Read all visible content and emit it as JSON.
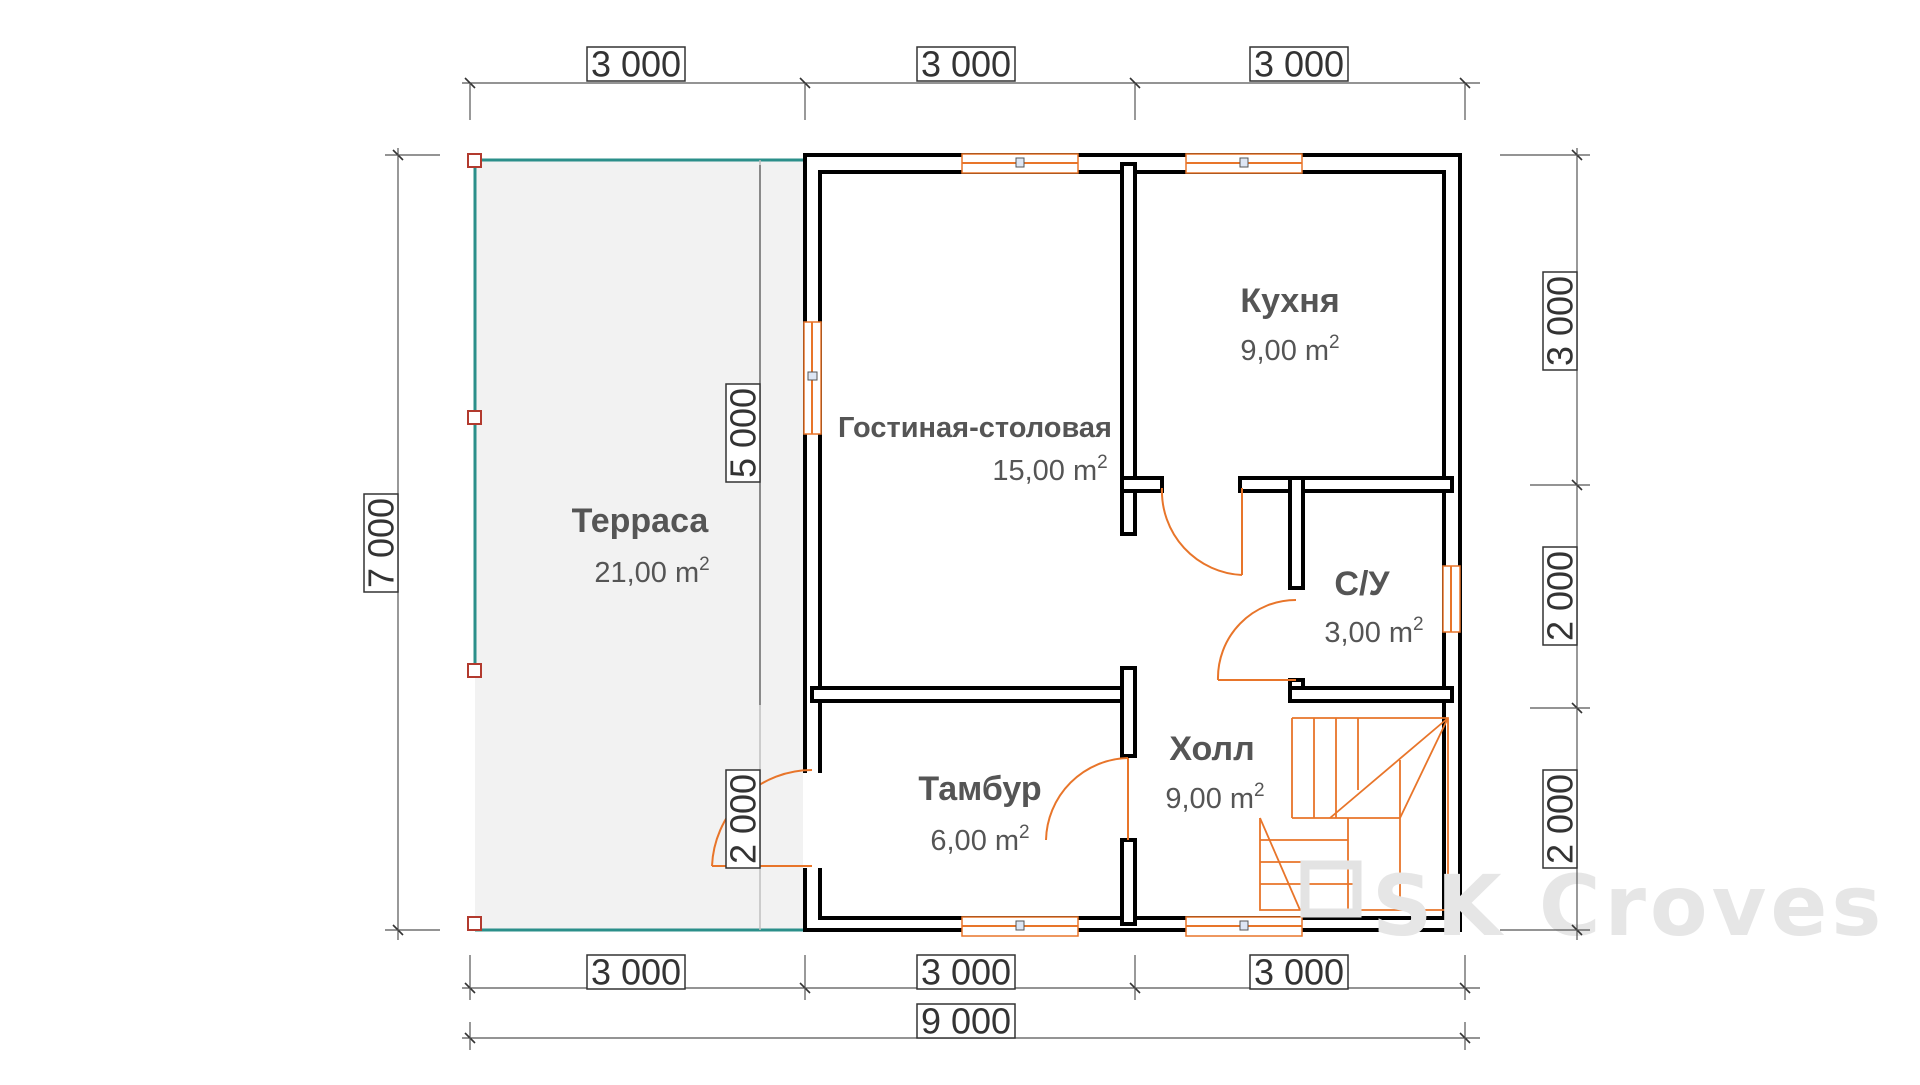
{
  "rooms": {
    "terrace": {
      "name": "Терраса",
      "area": "21,00 m",
      "sup": "2"
    },
    "living": {
      "name": "Гостиная-столовая",
      "area": "15,00 m",
      "sup": "2"
    },
    "kitchen": {
      "name": "Кухня",
      "area": "9,00 m",
      "sup": "2"
    },
    "bathroom": {
      "name": "С/У",
      "area": "3,00 m",
      "sup": "2"
    },
    "hall": {
      "name": "Холл",
      "area": "9,00 m",
      "sup": "2"
    },
    "vestibule": {
      "name": "Тамбур",
      "area": "6,00 m",
      "sup": "2"
    }
  },
  "dimensions": {
    "top": [
      "3 000",
      "3 000",
      "3 000"
    ],
    "bottom": [
      "3 000",
      "3 000",
      "3 000"
    ],
    "total_width": "9 000",
    "left_total": "7 000",
    "terrace_inner_upper": "5 000",
    "terrace_inner_lower": "2 000",
    "right": [
      "3 000",
      "2 000",
      "2 000"
    ]
  },
  "watermark": {
    "text": "SK Croves"
  },
  "colors": {
    "wall": "#000000",
    "door": "#e8752a",
    "terrace_rail": "#2b8f8a",
    "terrace_post": "#b23a2e",
    "terrace_fill": "#f2f2f2",
    "text": "#555555"
  }
}
